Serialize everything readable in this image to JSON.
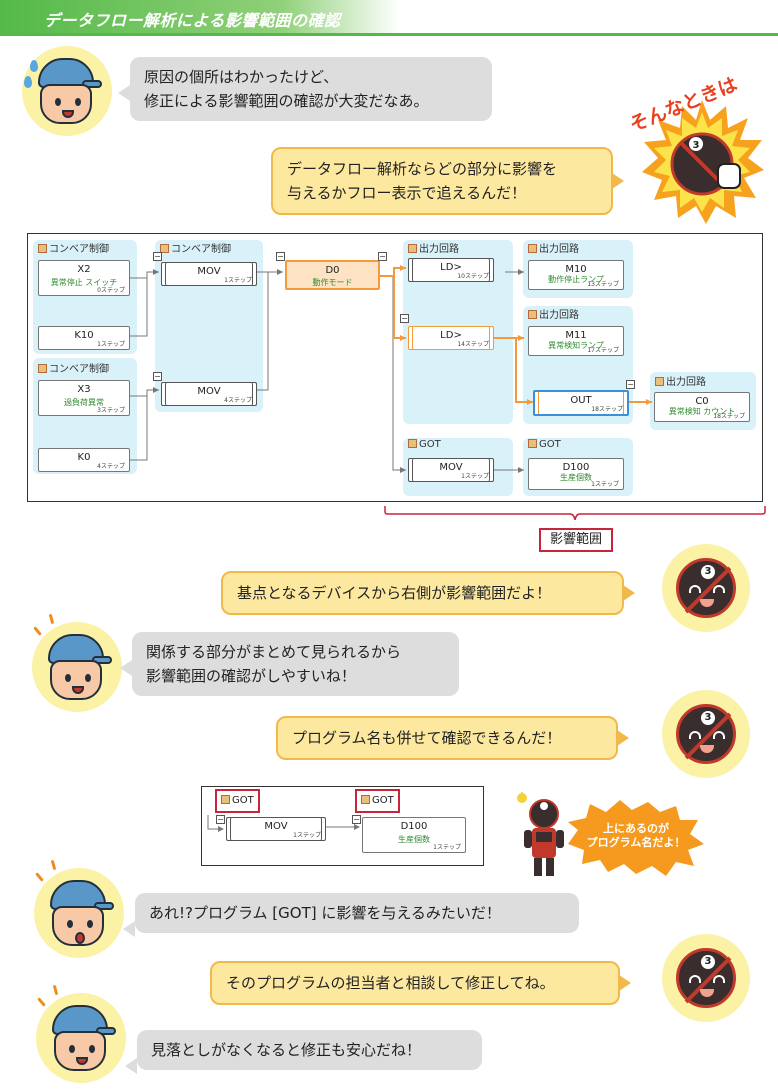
{
  "header": {
    "title": "データフロー解析による影響範囲の確認"
  },
  "conversation": [
    {
      "speaker": "boy",
      "lines": [
        "原因の個所はわかったけど、",
        "修正による影響範囲の確認が大変だなあ。"
      ]
    },
    {
      "speaker": "hero",
      "lines": [
        "データフロー解析ならどの部分に影響を",
        "与えるかフロー表示で追えるんだ！"
      ]
    },
    {
      "speaker": "hero",
      "lines": [
        "基点となるデバイスから右側が影響範囲だよ！"
      ]
    },
    {
      "speaker": "boy",
      "lines": [
        "関係する部分がまとめて見られるから",
        "影響範囲の確認がしやすいね！"
      ]
    },
    {
      "speaker": "hero",
      "lines": [
        "プログラム名も併せて確認できるんだ！"
      ]
    },
    {
      "speaker": "boy",
      "lines": [
        "あれ!?プログラム [GOT] に影響を与えるみたいだ！"
      ]
    },
    {
      "speaker": "hero",
      "lines": [
        "そのプログラムの担当者と相談して修正してね。"
      ]
    },
    {
      "speaker": "boy",
      "lines": [
        "見落としがなくなると修正も安心だね！"
      ]
    }
  ],
  "starburst": {
    "text": "そんなときは"
  },
  "hero_badge_number": "3",
  "diagram": {
    "groups": [
      {
        "label": "コンベア制御"
      },
      {
        "label": "コンベア制御"
      },
      {
        "label": "コンベア制御"
      },
      {
        "label": "出力回路"
      },
      {
        "label": "出力回路"
      },
      {
        "label": "出力回路"
      },
      {
        "label": "出力回路"
      },
      {
        "label": "GOT"
      },
      {
        "label": "GOT"
      }
    ],
    "nodes": {
      "x2": {
        "name": "X2",
        "comment": "異常停止 スイッチ",
        "steps": "0ステップ"
      },
      "k10": {
        "name": "K10",
        "comment": "",
        "steps": "1ステップ"
      },
      "x3": {
        "name": "X3",
        "comment": "過負荷異常",
        "steps": "3ステップ"
      },
      "k0": {
        "name": "K0",
        "comment": "",
        "steps": "4ステップ"
      },
      "mov1": {
        "name": "MOV",
        "comment": "",
        "steps": "1ステップ"
      },
      "mov4": {
        "name": "MOV",
        "comment": "",
        "steps": "4ステップ"
      },
      "d0": {
        "name": "D0",
        "comment": "動作モード",
        "steps": ""
      },
      "ld10": {
        "name": "LD>",
        "comment": "",
        "steps": "10ステップ"
      },
      "ld14": {
        "name": "LD>",
        "comment": "",
        "steps": "14ステップ"
      },
      "out": {
        "name": "OUT",
        "comment": "",
        "steps": "18ステップ"
      },
      "movg": {
        "name": "MOV",
        "comment": "",
        "steps": "1ステップ"
      },
      "m10": {
        "name": "M10",
        "comment": "動作停止ランプ",
        "steps": "13ステップ"
      },
      "m11": {
        "name": "M11",
        "comment": "異常検知ランプ",
        "steps": "17ステップ"
      },
      "c0": {
        "name": "C0",
        "comment": "異常検知 カウント",
        "steps": "18ステップ"
      },
      "d100": {
        "name": "D100",
        "comment": "生産個数",
        "steps": "1ステップ"
      }
    },
    "range_label": "影響範囲"
  },
  "inset": {
    "labels": [
      "GOT",
      "GOT"
    ],
    "mov": {
      "name": "MOV",
      "steps": "1ステップ"
    },
    "d100": {
      "name": "D100",
      "comment": "生産個数",
      "steps": "1ステップ"
    }
  },
  "mascot_callout": {
    "lines": [
      "上にあるのが",
      "プログラム名だよ！"
    ]
  },
  "colors": {
    "header_green": "#54b948",
    "hero_bubble": "#fde8a0",
    "boy_bubble": "#dddddd",
    "highlight_orange": "#f59a3a",
    "selected_blue": "#3c8fd8",
    "tag_red": "#c8253b"
  }
}
